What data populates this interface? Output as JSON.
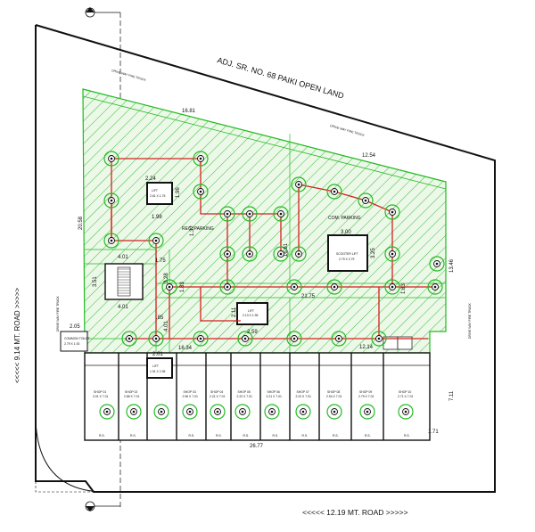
{
  "labels": {
    "north_land": "ADJ. SR. NO. 68 PAIKI OPEN LAND",
    "road_bottom": "<<<<< 12.19 MT. ROAD >>>>>",
    "road_left": "<<<<< 9.14 MT. ROAD >>>>>",
    "drive_way_top": "DRIVE WAY FIRE TRUCK",
    "drive_way_top2": "DRIVE WAY FIRE TRUCK",
    "drive_way_left": "DRIVE WAY FIRE TRUCK",
    "drive_way_right": "DRIVE WAY FIRE TRUCK",
    "reg_parking": "REG. PARKING",
    "com_parking": "COM. PARKING",
    "scooter_lift": "SCOOTER LIFT",
    "scooter_lift_size": "2.79 X 2.79",
    "lift": "LIFT",
    "lift_size_1": "2.61 X 1.75",
    "lift_size_2": "2.13 X 1.95",
    "lift_size_3": "1.91 X 2.35",
    "toilet": "COMMON TOILET",
    "toilet_size": "2.79 X 1.92",
    "rs": "R.S."
  },
  "dimensions": {
    "d1": "16.81",
    "d2": "12.54",
    "d3": "20.58",
    "d4": "2.24",
    "d5": "1.96",
    "d6": "1.98",
    "d7": "1.32",
    "d8": "3.00",
    "d9": "16.61",
    "d10": "3.25",
    "d11": "13.46",
    "d12": "4.01",
    "d13": "1.75",
    "d14": "3.51",
    "d15": "4.01",
    "d16": "3.28",
    "d17": "1.83",
    "d18": "21.75",
    "d19": "1.83",
    "d20": "2.11",
    "d21": ".85",
    "d22": "4.01",
    "d23": "2.59",
    "d24": "16.34",
    "d25": "12.14",
    "d26": "2.01",
    "d27": "7.11",
    "d28": "1.71",
    "d29": "26.77",
    "d30": "2.05"
  },
  "shops": [
    {
      "name": "SHOP 01",
      "size": "3.01 X 7.01"
    },
    {
      "name": "SHOP 02",
      "size": "2.86 X 7.01"
    },
    {
      "name": "SHOP 03",
      "size": "2.96 X 7.01"
    },
    {
      "name": "SHOP 04",
      "size": "2.21 X 7.01"
    },
    {
      "name": "SHOP 05",
      "size": "2.22 X 7.01"
    },
    {
      "name": "SHOP 06",
      "size": "2.21 X 7.01"
    },
    {
      "name": "SHOP 07",
      "size": "2.22 X 7.01"
    },
    {
      "name": "SHOP 08",
      "size": "2.94 X 7.01"
    },
    {
      "name": "SHOP 09",
      "size": "2.79 X 7.01"
    },
    {
      "name": "SHOP 10",
      "size": "2.71 X 7.01"
    }
  ],
  "colors": {
    "green": "#22bb22",
    "hatch_fill": "#e9f8e6",
    "red": "#d42020",
    "line": "#111111"
  }
}
